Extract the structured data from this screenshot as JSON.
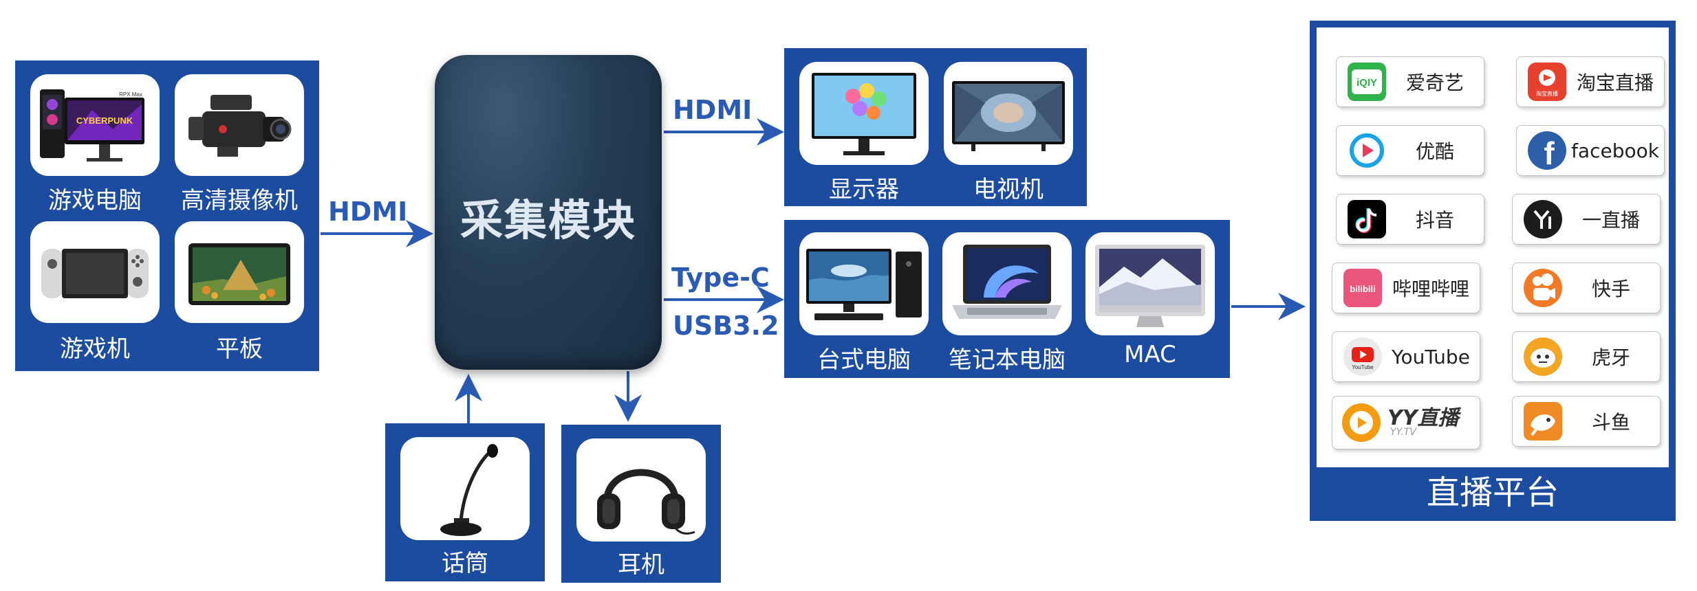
{
  "inputs": {
    "items": [
      {
        "label": "游戏电脑",
        "icon": "gaming-pc-icon"
      },
      {
        "label": "高清摄像机",
        "icon": "camcorder-icon"
      },
      {
        "label": "游戏机",
        "icon": "game-console-icon"
      },
      {
        "label": "平板",
        "icon": "tablet-icon"
      }
    ],
    "pc_monitor_text": "CYBERPUNK",
    "pc_case_text": "RPX Max"
  },
  "core": {
    "title": "采集模块"
  },
  "connections": {
    "input_hdmi": "HDMI",
    "output_hdmi": "HDMI",
    "type_c": "Type-C",
    "usb": "USB3.2"
  },
  "display_outputs": {
    "items": [
      {
        "label": "显示器",
        "icon": "monitor-icon"
      },
      {
        "label": "电视机",
        "icon": "tv-icon"
      }
    ]
  },
  "computers": {
    "items": [
      {
        "label": "台式电脑",
        "icon": "desktop-pc-icon"
      },
      {
        "label": "笔记本电脑",
        "icon": "laptop-icon"
      },
      {
        "label": "MAC",
        "icon": "imac-icon"
      }
    ]
  },
  "audio": {
    "mic": {
      "label": "话筒",
      "icon": "microphone-icon"
    },
    "headphones": {
      "label": "耳机",
      "icon": "headphones-icon"
    }
  },
  "platforms": {
    "title": "直播平台",
    "items": [
      {
        "name": "爱奇艺",
        "icon": "iqiyi-icon",
        "badge": "iQIY",
        "color": "#2fb34a"
      },
      {
        "name": "淘宝直播",
        "icon": "taobao-live-icon",
        "badge": "淘宝直播",
        "color": "#e8402f"
      },
      {
        "name": "优酷",
        "icon": "youku-icon",
        "color": "#1aa3e6"
      },
      {
        "name": "facebook",
        "icon": "facebook-icon",
        "badge": "f",
        "color": "#2d5fa8"
      },
      {
        "name": "抖音",
        "icon": "douyin-icon",
        "color": "#000000"
      },
      {
        "name": "一直播",
        "icon": "yizhibo-icon",
        "color": "#1c1c1c"
      },
      {
        "name": "哔哩哔哩",
        "icon": "bilibili-icon",
        "badge": "bilibili",
        "color": "#e9557b"
      },
      {
        "name": "快手",
        "icon": "kuaishou-icon",
        "color": "#f07a26"
      },
      {
        "name": "YouTube",
        "icon": "youtube-icon",
        "badge": "YouTube",
        "color": "#e62117"
      },
      {
        "name": "虎牙",
        "icon": "huya-icon",
        "color": "#f2a623"
      },
      {
        "name": "YY直播",
        "icon": "yy-live-icon",
        "wordmark": "YY直播",
        "sub": "YY.TV",
        "color": "#f39c12"
      },
      {
        "name": "斗鱼",
        "icon": "douyu-icon",
        "color": "#f08a24"
      }
    ]
  },
  "colors": {
    "panel": "#1b4c9f",
    "arrow": "#2a5bb3",
    "core": "#243d55"
  }
}
